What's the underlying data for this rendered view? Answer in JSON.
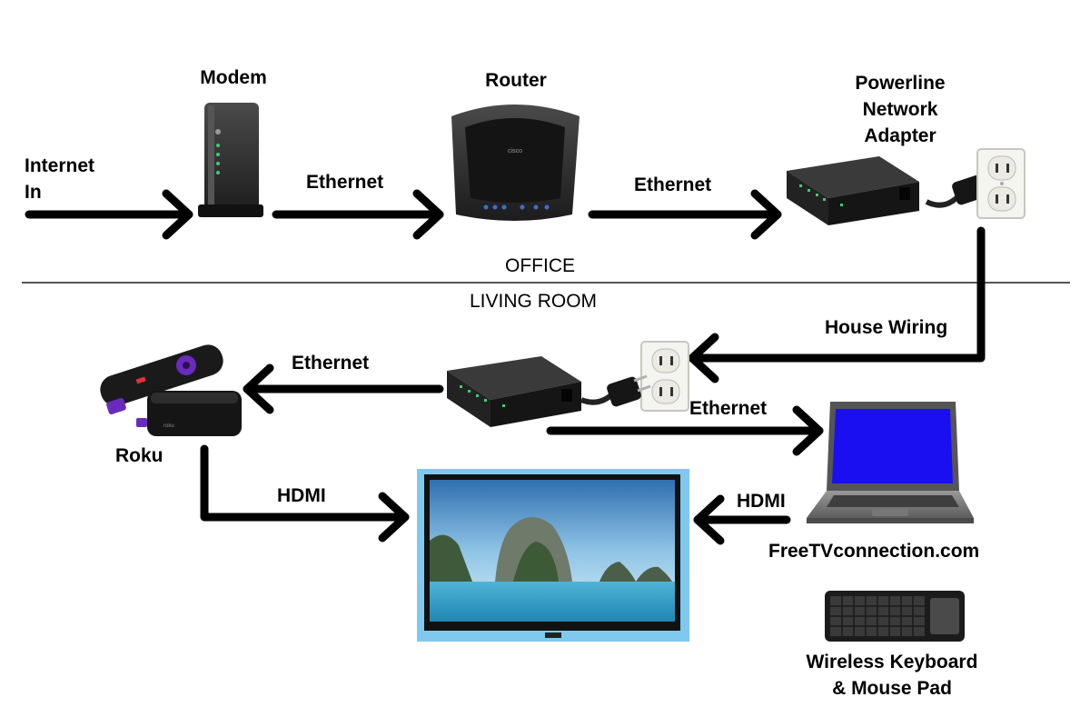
{
  "labels": {
    "internet_in": "Internet\nIn",
    "modem": "Modem",
    "router": "Router",
    "powerline_adapter": "Powerline\nNetwork\nAdapter",
    "eth_modem_router": "Ethernet",
    "eth_router_adapter": "Ethernet",
    "office": "OFFICE",
    "living_room": "LIVING ROOM",
    "house_wiring": "House Wiring",
    "eth_to_roku": "Ethernet",
    "eth_to_laptop": "Ethernet",
    "roku": "Roku",
    "hdmi_roku": "HDMI",
    "hdmi_laptop": "HDMI",
    "website": "FreeTVconnection.com",
    "keyboard": "Wireless Keyboard\n& Mouse Pad"
  },
  "colors": {
    "arrow": "#000000",
    "laptop_screen": "#1a0ff0",
    "device_body": "#2b2b2b",
    "led": "#3ad06b",
    "tv_frame": "#7fc9ee",
    "divider": "#555555"
  },
  "icons": [
    "modem-icon",
    "router-icon",
    "powerline-adapter-icon",
    "wall-outlet-icon",
    "power-plug-icon",
    "roku-box-icon",
    "roku-remote-icon",
    "television-icon",
    "laptop-icon",
    "wireless-keyboard-icon"
  ]
}
